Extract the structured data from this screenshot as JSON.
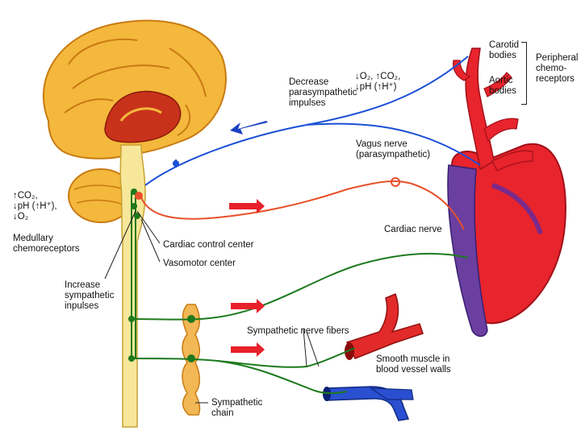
{
  "labels": {
    "carotid_bodies": [
      "Carotid",
      "bodies"
    ],
    "aortic_bodies": [
      "Aortic",
      "bodies"
    ],
    "peripheral_chemoreceptors": [
      "Peripheral",
      "chemo-",
      "receptors"
    ],
    "decrease_parasympathetic": [
      "Decrease",
      "parasympathetic",
      "impulses"
    ],
    "gas_levels_right": [
      "↓O₂, ↑CO₂,",
      "↓pH (↑H⁺)"
    ],
    "vagus_nerve": [
      "Vagus nerve",
      "(parasympathetic)"
    ],
    "gas_levels_left": [
      "↑CO₂,",
      "↓pH (↑H⁺),",
      "↓O₂"
    ],
    "medullary_chemoreceptors": [
      "Medullary",
      "chemoreceptors"
    ],
    "cardiac_control_center": "Cardiac control center",
    "vasomotor_center": "Vasomotor center",
    "cardiac_nerve": "Cardiac nerve",
    "increase_sympathetic": [
      "Increase",
      "sympathetic",
      "inpulses"
    ],
    "sympathetic_nerve_fibers": "Sympathetic nerve fibers",
    "smooth_muscle": [
      "Smooth muscle in",
      "blood vessel walls"
    ],
    "sympathetic_chain": [
      "Sympathetic",
      "chain"
    ]
  },
  "colors": {
    "brain": "#f3b83c",
    "brain_dark": "#c97a12",
    "brain_inner": "#c8321a",
    "spinal_cord": "#f7e79a",
    "heart": "#e8242c",
    "heart_vein": "#6a3fa0",
    "blue_nerve": "#1a4fd6",
    "orange_nerve": "#e8502a",
    "green_nerve": "#1d7a1d",
    "arrow_red": "#e8202a",
    "arrow_blue": "#1a3fc2",
    "artery": "#e22a2a",
    "vein": "#2a4fd0"
  }
}
